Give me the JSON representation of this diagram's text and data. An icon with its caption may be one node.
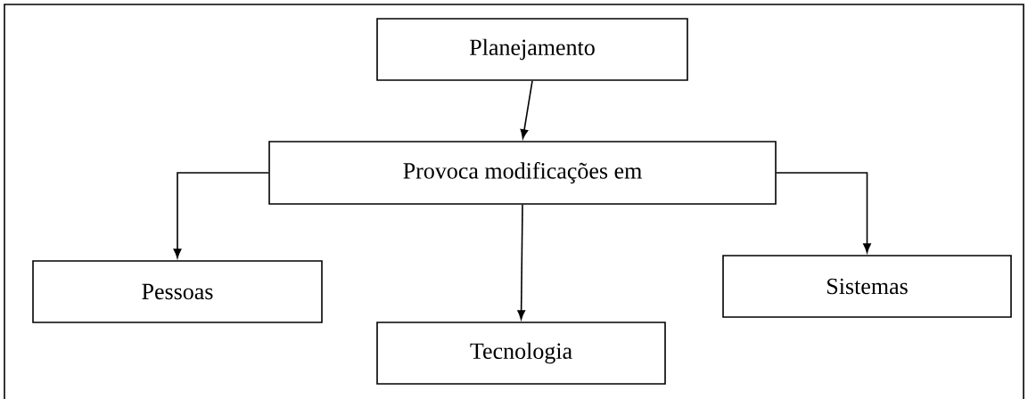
{
  "diagram": {
    "nodes": [
      {
        "text": [
          "Planejamento"
        ]
      },
      {
        "text": [
          "Provoca modificações em"
        ]
      },
      {
        "text": [
          "Pessoas"
        ]
      },
      {
        "text": [
          "Tecnologia"
        ]
      },
      {
        "text": [
          "Sistemas"
        ]
      }
    ],
    "edges": [
      {
        "from": 0,
        "to": 1,
        "arrow": "to"
      },
      {
        "from": 1,
        "to": 2,
        "arrow": "to"
      },
      {
        "from": 1,
        "to": 3,
        "arrow": "to"
      },
      {
        "from": 1,
        "to": 4,
        "arrow": "to"
      }
    ]
  }
}
